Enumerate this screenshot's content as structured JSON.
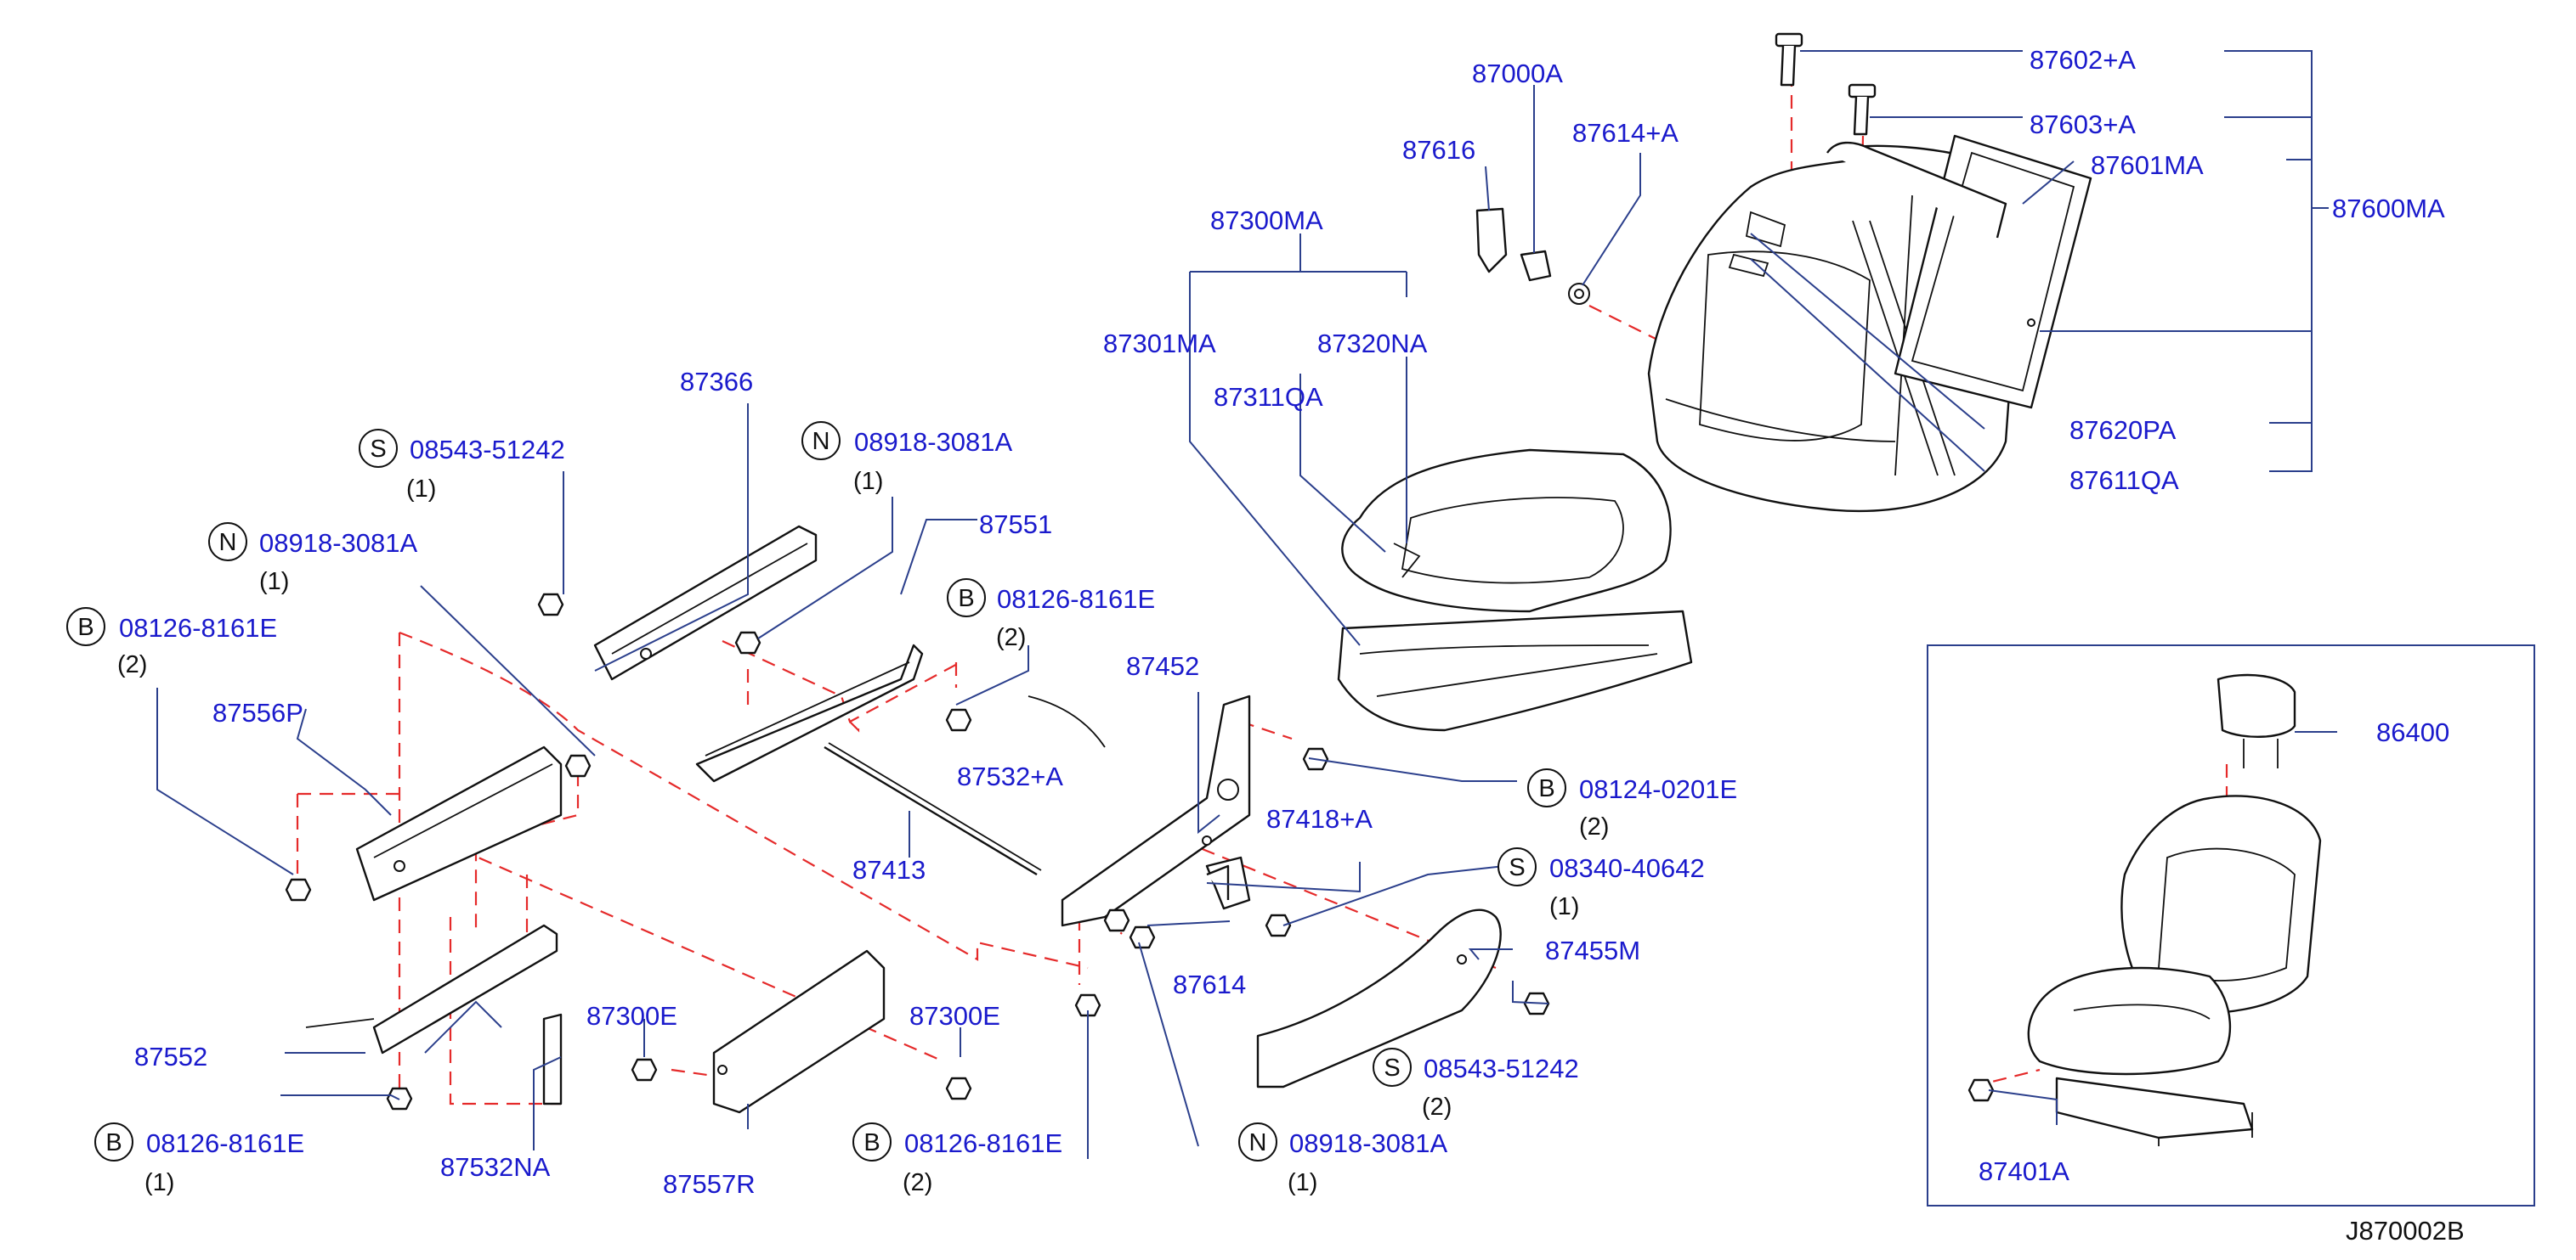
{
  "parts": {
    "p87602a": "87602+A",
    "p87603a": "87603+A",
    "p87600ma": "87600MA",
    "p87601ma": "87601MA",
    "p87000a": "87000A",
    "p87616": "87616",
    "p87614a": "87614+A",
    "p87300ma": "87300MA",
    "p87301ma": "87301MA",
    "p87320na": "87320NA",
    "p87311qa": "87311QA",
    "p87620pa": "87620PA",
    "p87611qa": "87611QA",
    "p87366": "87366",
    "p87551": "87551",
    "p87556p": "87556P",
    "p87532a": "87532+A",
    "p87452": "87452",
    "p87413": "87413",
    "p87418a": "87418+A",
    "p87455m": "87455M",
    "p87614": "87614",
    "p87552": "87552",
    "p87532na": "87532NA",
    "p87300e_l": "87300E",
    "p87300e_r": "87300E",
    "p87557r": "87557R",
    "p86400": "86400",
    "p87401a": "87401A"
  },
  "fasteners": {
    "s_top": {
      "prefix": "S",
      "number": "08543-51242",
      "qty": "(1)"
    },
    "n_top": {
      "prefix": "N",
      "number": "08918-3081A",
      "qty": "(1)"
    },
    "n_left": {
      "prefix": "N",
      "number": "08918-3081A",
      "qty": "(1)"
    },
    "b_left": {
      "prefix": "B",
      "number": "08126-8161E",
      "qty": "(2)"
    },
    "b_mid": {
      "prefix": "B",
      "number": "08126-8161E",
      "qty": "(2)"
    },
    "b_right": {
      "prefix": "B",
      "number": "08124-0201E",
      "qty": "(2)"
    },
    "s_right": {
      "prefix": "S",
      "number": "08340-40642",
      "qty": "(1)"
    },
    "s_low": {
      "prefix": "S",
      "number": "08543-51242",
      "qty": "(2)"
    },
    "b_bl": {
      "prefix": "B",
      "number": "08126-8161E",
      "qty": "(1)"
    },
    "b_bm": {
      "prefix": "B",
      "number": "08126-8161E",
      "qty": "(2)"
    },
    "n_bot": {
      "prefix": "N",
      "number": "08918-3081A",
      "qty": "(1)"
    }
  },
  "diagram_ref": "J870002B",
  "colors": {
    "label": "#1a1acc",
    "leader": "#2b3f8c",
    "dashed": "#e52a2a",
    "outline": "#111111"
  }
}
